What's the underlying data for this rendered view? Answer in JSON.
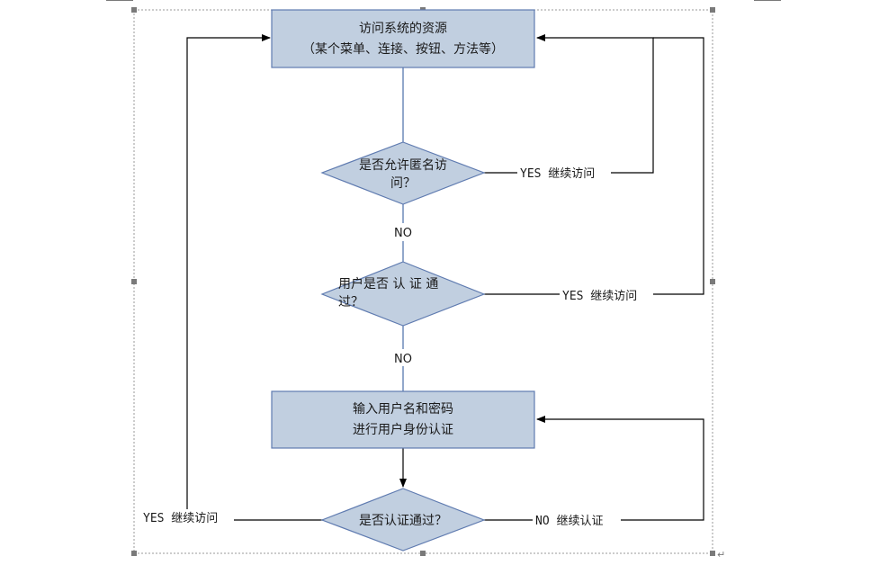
{
  "colors": {
    "node_fill": "#c1cfe0",
    "node_stroke": "#5f7bb0",
    "connector_blue": "#4a6fa8",
    "line_black": "#000000",
    "frame_dash": "#9a9a9a",
    "handle": "#7a7a7a"
  },
  "nodes": {
    "resource_line1": "访问系统的资源",
    "resource_line2": "（某个菜单、连接、按钮、方法等）",
    "anon_line1": "是否允许匿名访",
    "anon_line2": "问？",
    "auth_line1": "用户是否 认 证 通",
    "auth_line2": "过？",
    "login_line1": "输入用户名和密码",
    "login_line2": "进行用户身份认证",
    "verify_line1": "是否认证通过？"
  },
  "labels": {
    "no_1": "NO",
    "no_2": "NO",
    "yes_anon": "YES 继续访问",
    "yes_auth": "YES 继续访问",
    "yes_verify": "YES 继续访问",
    "no_verify": "NO 继续认证"
  },
  "misc": {
    "return_mark": "↵"
  }
}
